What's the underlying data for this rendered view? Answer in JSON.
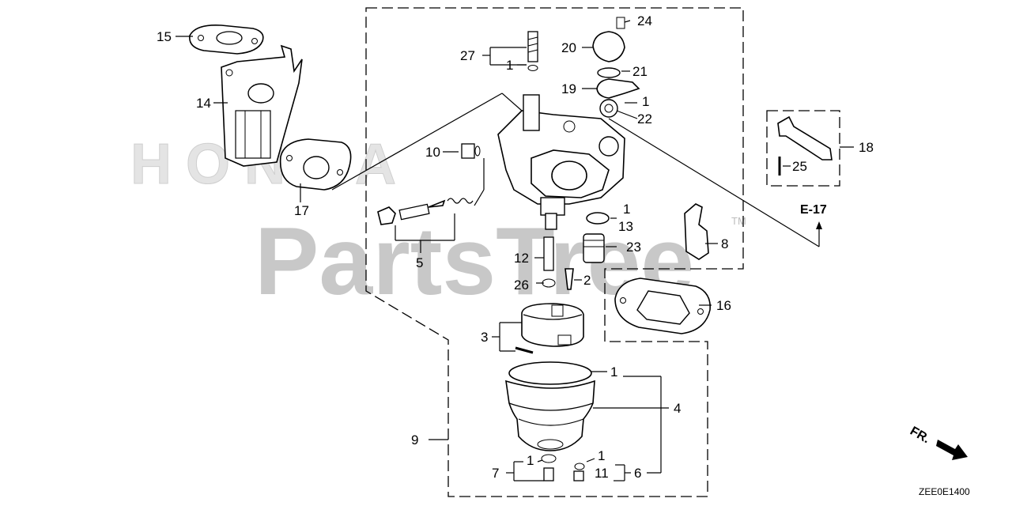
{
  "watermark": {
    "text": "PartsTree",
    "tm": "TM",
    "background_brand": "HONDA"
  },
  "callouts": [
    "1",
    "2",
    "3",
    "4",
    "5",
    "6",
    "7",
    "8",
    "9",
    "10",
    "11",
    "12",
    "13",
    "14",
    "15",
    "16",
    "17",
    "18",
    "19",
    "20",
    "21",
    "22",
    "23",
    "24",
    "25",
    "26",
    "27"
  ],
  "repeated_callout": "1",
  "reference": {
    "label": "E-17"
  },
  "direction": {
    "label": "FR."
  },
  "diagram_code": "ZEE0E1400"
}
